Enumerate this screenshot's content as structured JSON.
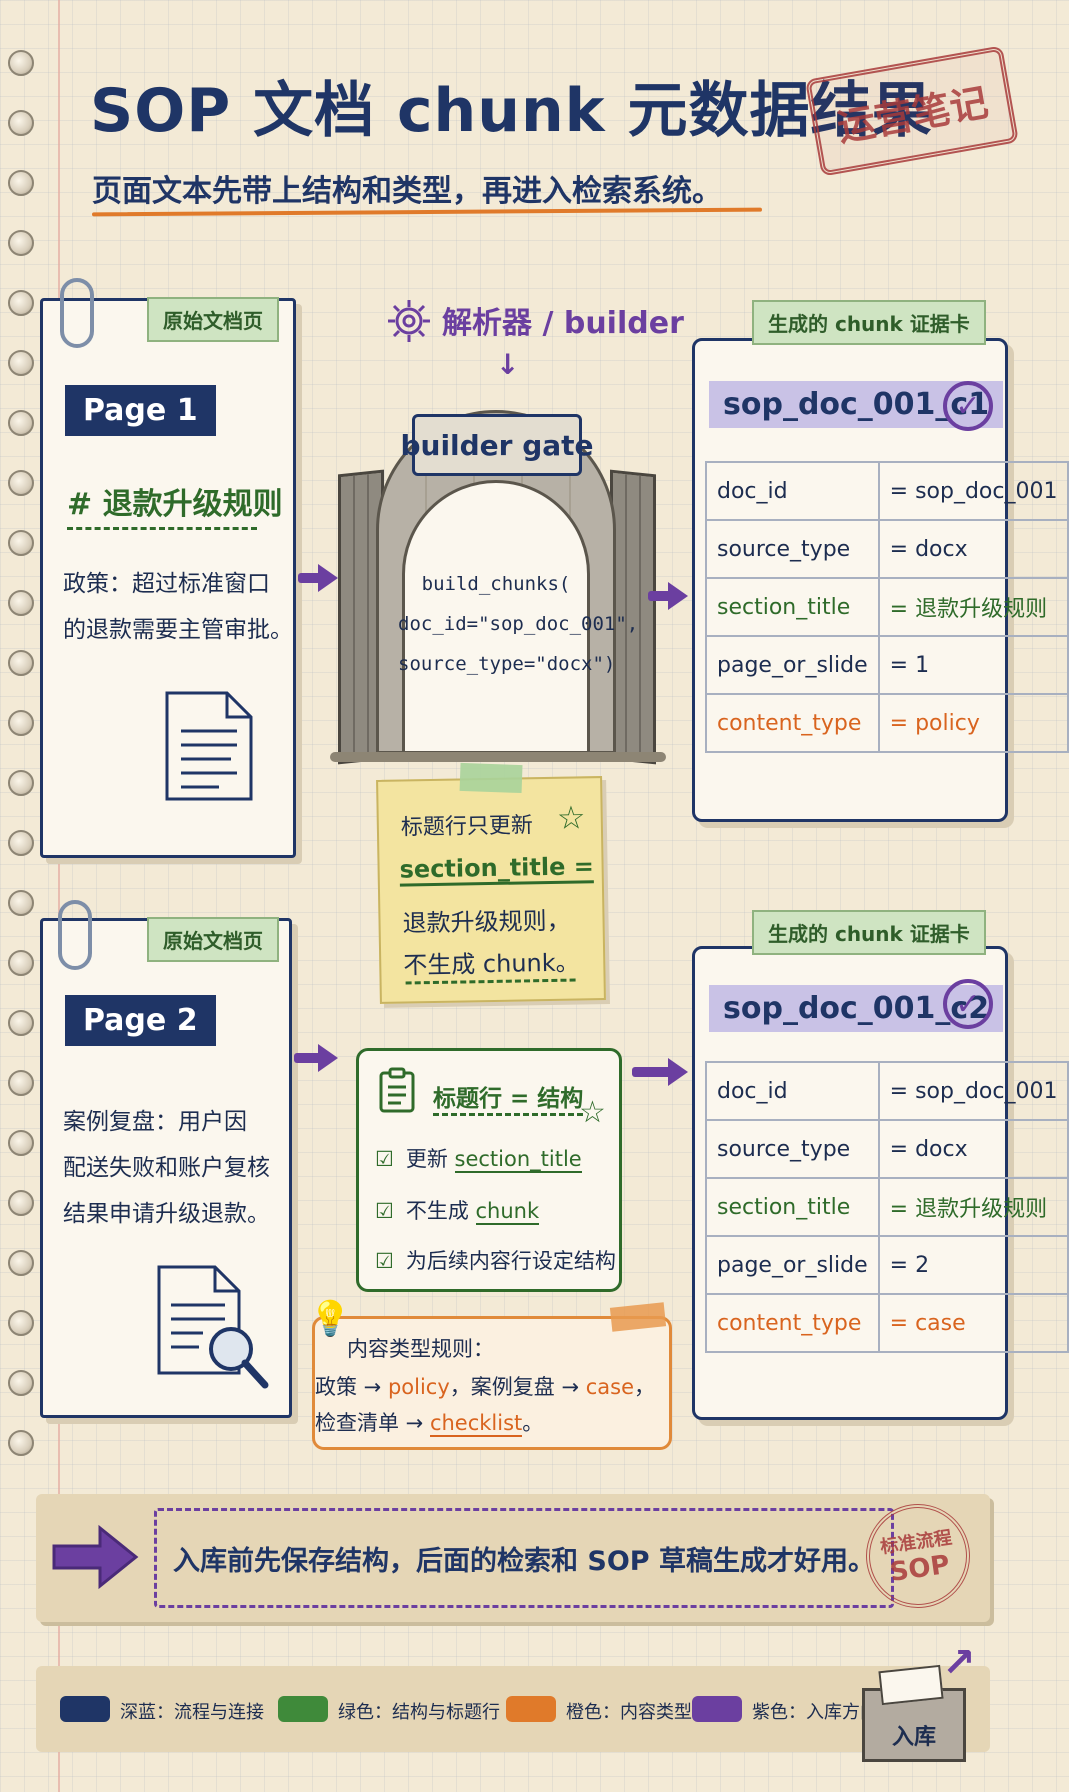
{
  "header": {
    "title": "SOP 文档 chunk 元数据结果",
    "subtitle": "页面文本先带上结构和类型，再进入检索系统。",
    "stamp": "运营笔记"
  },
  "doc_pages": [
    {
      "tag": "原始文档页",
      "page_label": "Page 1",
      "heading": "# 退款升级规则",
      "lines": [
        "政策：超过标准窗口",
        "的退款需要主管审批。"
      ]
    },
    {
      "tag": "原始文档页",
      "page_label": "Page 2",
      "lines": [
        "案例复盘：用户因",
        "配送失败和账户复核",
        "结果申请升级退款。"
      ]
    }
  ],
  "builder": {
    "label": "解析器 / builder",
    "gate_sign": "builder gate",
    "code_lines": [
      "build_chunks(",
      "doc_id=\"sop_doc_001\",",
      "source_type=\"docx\")"
    ]
  },
  "sticky_note": {
    "lines": [
      "标题行只更新",
      "section_title =",
      "退款升级规则，",
      "不生成 chunk。"
    ]
  },
  "structure_box": {
    "title": "标题行 = 结构",
    "items": [
      {
        "prefix": "更新 ",
        "highlight": "section_title"
      },
      {
        "prefix": "不生成 ",
        "highlight": "chunk"
      },
      {
        "prefix": "为后续内容行设定结构",
        "highlight": ""
      }
    ]
  },
  "rules_box": {
    "title": "内容类型规则：",
    "line1_a": "政策 → ",
    "line1_b": "policy",
    "line1_c": "，案例复盘 → ",
    "line1_d": "case",
    "line1_e": "，",
    "line2_a": "检查清单 → ",
    "line2_b": "checklist",
    "line2_c": "。"
  },
  "cards": [
    {
      "tag": "生成的 chunk 证据卡",
      "id": "sop_doc_001_c1",
      "rows": [
        {
          "key": "doc_id",
          "value": "= sop_doc_001",
          "tone": "normal"
        },
        {
          "key": "source_type",
          "value": "= docx",
          "tone": "normal"
        },
        {
          "key": "section_title",
          "value": "= 退款升级规则",
          "tone": "green"
        },
        {
          "key": "page_or_slide",
          "value": "= 1",
          "tone": "normal"
        },
        {
          "key": "content_type",
          "value": "= policy",
          "tone": "orange"
        }
      ]
    },
    {
      "tag": "生成的 chunk 证据卡",
      "id": "sop_doc_001_c2",
      "rows": [
        {
          "key": "doc_id",
          "value": "= sop_doc_001",
          "tone": "normal"
        },
        {
          "key": "source_type",
          "value": "= docx",
          "tone": "normal"
        },
        {
          "key": "section_title",
          "value": "= 退款升级规则",
          "tone": "green"
        },
        {
          "key": "page_or_slide",
          "value": "= 2",
          "tone": "normal"
        },
        {
          "key": "content_type",
          "value": "= case",
          "tone": "orange"
        }
      ]
    }
  ],
  "banner": {
    "text": "入库前先保存结构，后面的检索和 SOP 草稿生成才好用。",
    "stamp_line1": "标准流程",
    "stamp_line2": "SOP"
  },
  "legend": {
    "items": [
      {
        "label": "深蓝：流程与连接",
        "color": "#1f3566"
      },
      {
        "label": "绿色：结构与标题行",
        "color": "#3f8a3a"
      },
      {
        "label": "橙色：内容类型",
        "color": "#e07a2a"
      },
      {
        "label": "紫色：入库方向",
        "color": "#6b3fa0"
      }
    ],
    "box_label": "入库"
  },
  "colors": {
    "navy": "#1f3566",
    "green": "#2f6b2a",
    "orange": "#d9641f",
    "purple": "#6b3fa0",
    "red_stamp": "#a83a3a"
  }
}
